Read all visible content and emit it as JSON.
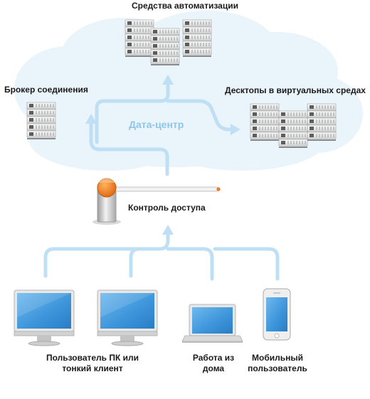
{
  "title": "Средства автоматизации",
  "cloud_label": "Дата-центр",
  "nodes": {
    "broker": "Брокер соединения",
    "desktops": "Десктопы в виртуальных средах",
    "access": "Контроль доступа",
    "pc_user_line1": "Пользователь ПК или",
    "pc_user_line2": "тонкий клиент",
    "home_line1": "Работа из",
    "home_line2": "дома",
    "mobile_line1": "Мобильный",
    "mobile_line2": "пользователь"
  },
  "colors": {
    "arrow": "#bfe0f4",
    "cloud": "#e9f4fb",
    "cloud_label": "#8ec6ea",
    "barrier_orange": "#f07a1e",
    "screen_blue": "#3f97db"
  },
  "icons": [
    "server-rack-icon",
    "barrier-gate-icon",
    "monitor-icon",
    "laptop-icon",
    "smartphone-icon"
  ]
}
